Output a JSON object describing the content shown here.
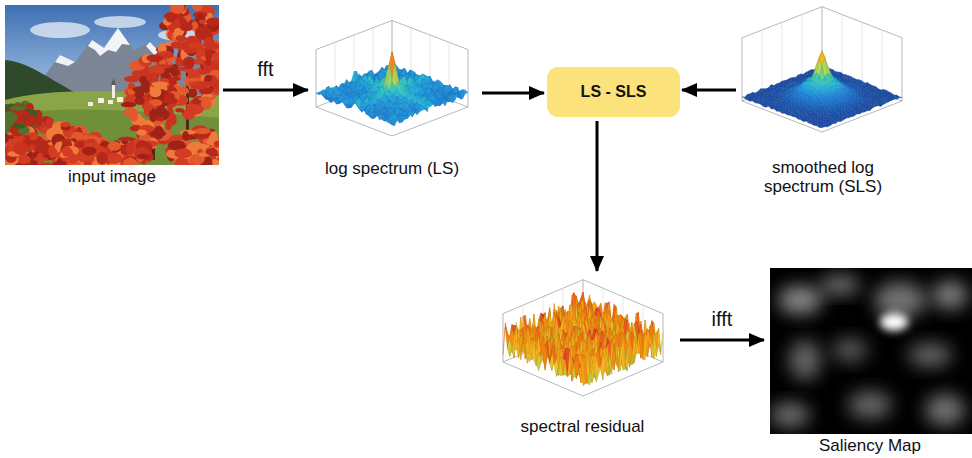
{
  "diagram": {
    "nodes": [
      {
        "text": [
          "input image"
        ]
      },
      {
        "text": [
          "log spectrum (LS)"
        ]
      },
      {
        "text": [
          "LS - SLS"
        ]
      },
      {
        "text": [
          "smoothed log spectrum (SLS)"
        ]
      },
      {
        "text": [
          "spectral residual"
        ]
      },
      {
        "text": [
          "Saliency Map"
        ]
      }
    ],
    "edges": [
      {
        "from": 0,
        "to": 1,
        "arrow": "to",
        "label": "fft"
      },
      {
        "from": 1,
        "to": 2,
        "arrow": "to"
      },
      {
        "from": 3,
        "to": 2,
        "arrow": "to"
      },
      {
        "from": 2,
        "to": 4,
        "arrow": "to"
      },
      {
        "from": 4,
        "to": 5,
        "arrow": "to",
        "label": "ifft"
      }
    ]
  }
}
